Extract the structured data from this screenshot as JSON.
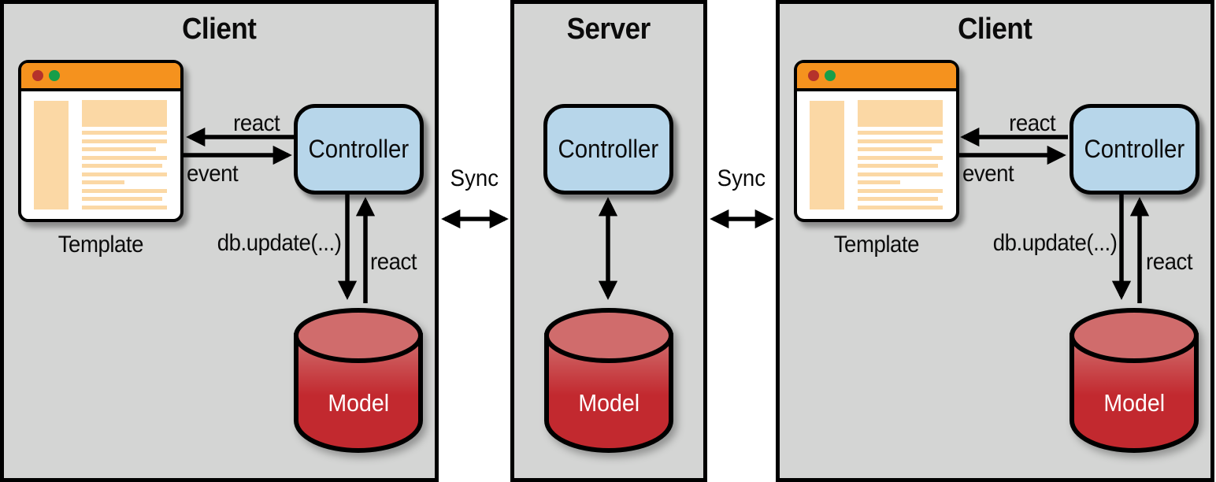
{
  "diagram": {
    "client_left": {
      "title": "Client",
      "template_label": "Template",
      "controller_label": "Controller",
      "model_label": "Model",
      "react_label": "react",
      "event_label": "event",
      "db_update_label": "db.update(...)",
      "react_model_label": "react"
    },
    "server": {
      "title": "Server",
      "controller_label": "Controller",
      "model_label": "Model"
    },
    "client_right": {
      "title": "Client",
      "template_label": "Template",
      "controller_label": "Controller",
      "model_label": "Model",
      "react_label": "react",
      "event_label": "event",
      "db_update_label": "db.update(...)",
      "react_model_label": "react"
    },
    "sync_left_label": "Sync",
    "sync_right_label": "Sync"
  },
  "icons": {
    "browser_window": "browser-window-illustration",
    "traffic_light_red": "red-window-dot",
    "traffic_light_green": "green-window-dot",
    "database_cylinder": "database-cylinder",
    "sync_arrow": "double-headed-arrow"
  },
  "colors": {
    "panel_bg": "#d4d5d4",
    "outline": "#000000",
    "browser_titlebar": "#f5921e",
    "browser_dot_red": "#b5322b",
    "browser_dot_green": "#189e49",
    "browser_content_block": "#fbd8a5",
    "controller_fill": "#b7d6ea",
    "model_top_fill": "#d06c6c",
    "model_body_fill": "#c2292f",
    "model_label_color": "#ffffff",
    "arrow_color": "#000000"
  }
}
